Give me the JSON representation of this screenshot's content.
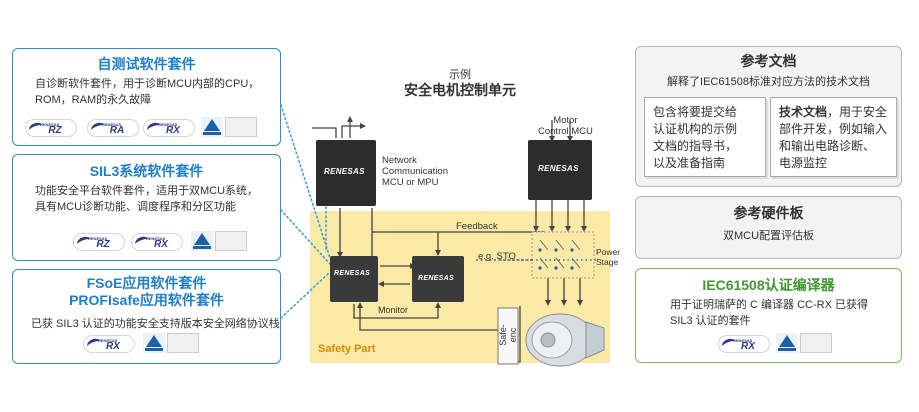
{
  "left_panels": [
    {
      "title": "自测试软件套件",
      "desc_lines": [
        "自诊断软件套件，用于诊断MCU内部的CPU，",
        "ROM，RAM的永久故障"
      ],
      "logos": [
        "RZ",
        "RA",
        "RX"
      ]
    },
    {
      "title": "SIL3系统软件套件",
      "desc_lines": [
        "功能安全平台软件套件，适用于双MCU系统，",
        "具有MCU诊断功能、调度程序和分区功能"
      ],
      "logos": [
        "RZ",
        "RX"
      ]
    },
    {
      "title_lines": [
        "FSoE应用软件套件",
        "PROFIsafe应用软件套件"
      ],
      "desc_lines": [
        "已获 SIL3 认证的功能安全支持版本安全网络协议栈"
      ],
      "logos": [
        "RX"
      ]
    }
  ],
  "center": {
    "subtitle": "示例",
    "title": "安全电机控制单元",
    "network_label_lines": [
      "Network",
      "Communication",
      "MCU or MPU"
    ],
    "motor_label_lines": [
      "Motor",
      "Control MCU"
    ],
    "feedback_label": "Feedback",
    "sto_label": "e.g. STO",
    "power_stage_lines": [
      "Power",
      "Stage"
    ],
    "monitor_label": "Monitor",
    "safe_enc_label": "Safe-enc",
    "safety_part_label": "Safety Part",
    "chip_brand": "RENESAS"
  },
  "right_panels": {
    "docs": {
      "title": "参考文档",
      "subtitle": "解释了IEC61508标准对应方法的技术文档",
      "card1_lines": [
        "包含将要提交给",
        "认证机构的示例",
        "文档的指导书，",
        "以及准备指南"
      ],
      "card2_bold": "技术文档",
      "card2_rest_first": "，用于安全",
      "card2_lines": [
        "部件开发，例如输入",
        "和输出电路诊断、",
        "电源监控"
      ]
    },
    "board": {
      "title": "参考硬件板",
      "subtitle": "双MCU配置评估板"
    },
    "compiler": {
      "title": "IEC61508认证编译器",
      "desc_lines": [
        "用于证明瑞萨的 C 编译器 CC-RX 已获得",
        "SIL3 认证的套件"
      ],
      "logos": [
        "RX"
      ]
    }
  },
  "logo_brand": "RENESAS",
  "colors": {
    "blue": "#2b8fd6",
    "green": "#7cbf5a",
    "gray": "#b5b5b5",
    "safety": "#fbeaa6",
    "chip": "#2c2c2c"
  }
}
